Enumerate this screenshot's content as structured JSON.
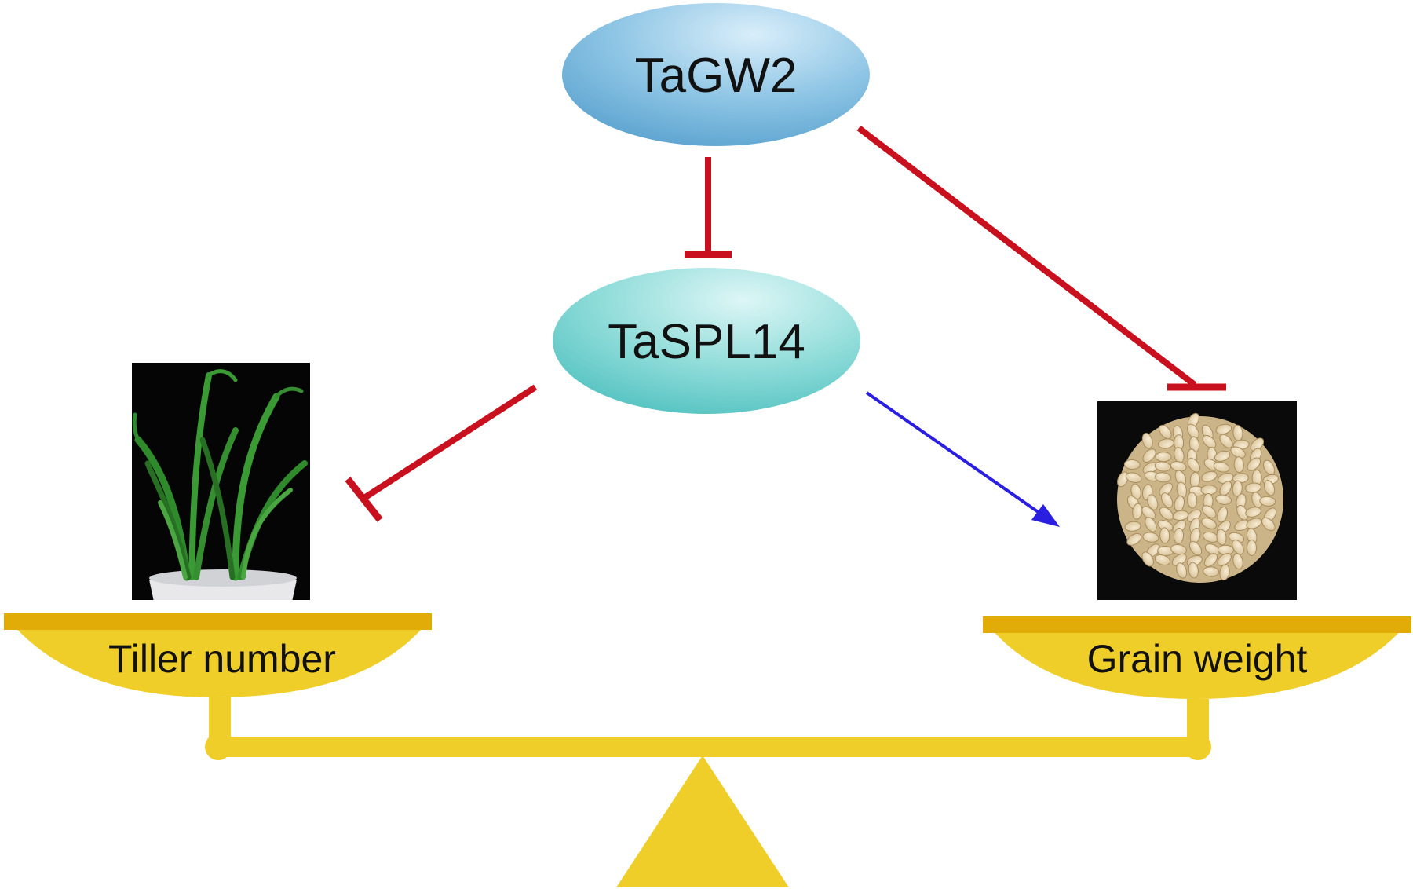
{
  "nodes": {
    "gene_top": {
      "label": "TaGW2"
    },
    "gene_mid": {
      "label": "TaSPL14"
    }
  },
  "pans": {
    "left": {
      "label": "Tiller number",
      "image": "wheat-seedlings-photo"
    },
    "right": {
      "label": "Grain weight",
      "image": "wheat-grains-photo"
    }
  },
  "edges": [
    {
      "from": "TaGW2",
      "to": "TaSPL14",
      "type": "inhibition"
    },
    {
      "from": "TaGW2",
      "to": "Grain weight",
      "type": "inhibition"
    },
    {
      "from": "TaSPL14",
      "to": "Tiller number",
      "type": "inhibition"
    },
    {
      "from": "TaSPL14",
      "to": "Grain weight",
      "type": "activation"
    }
  ],
  "colors": {
    "inhibition": "#c8101e",
    "activation": "#2a1fe0",
    "balance": "#efce2a",
    "balance_rim": "#e2ac08",
    "node_top": "#7ab8dd",
    "node_mid": "#7fd3d2"
  }
}
